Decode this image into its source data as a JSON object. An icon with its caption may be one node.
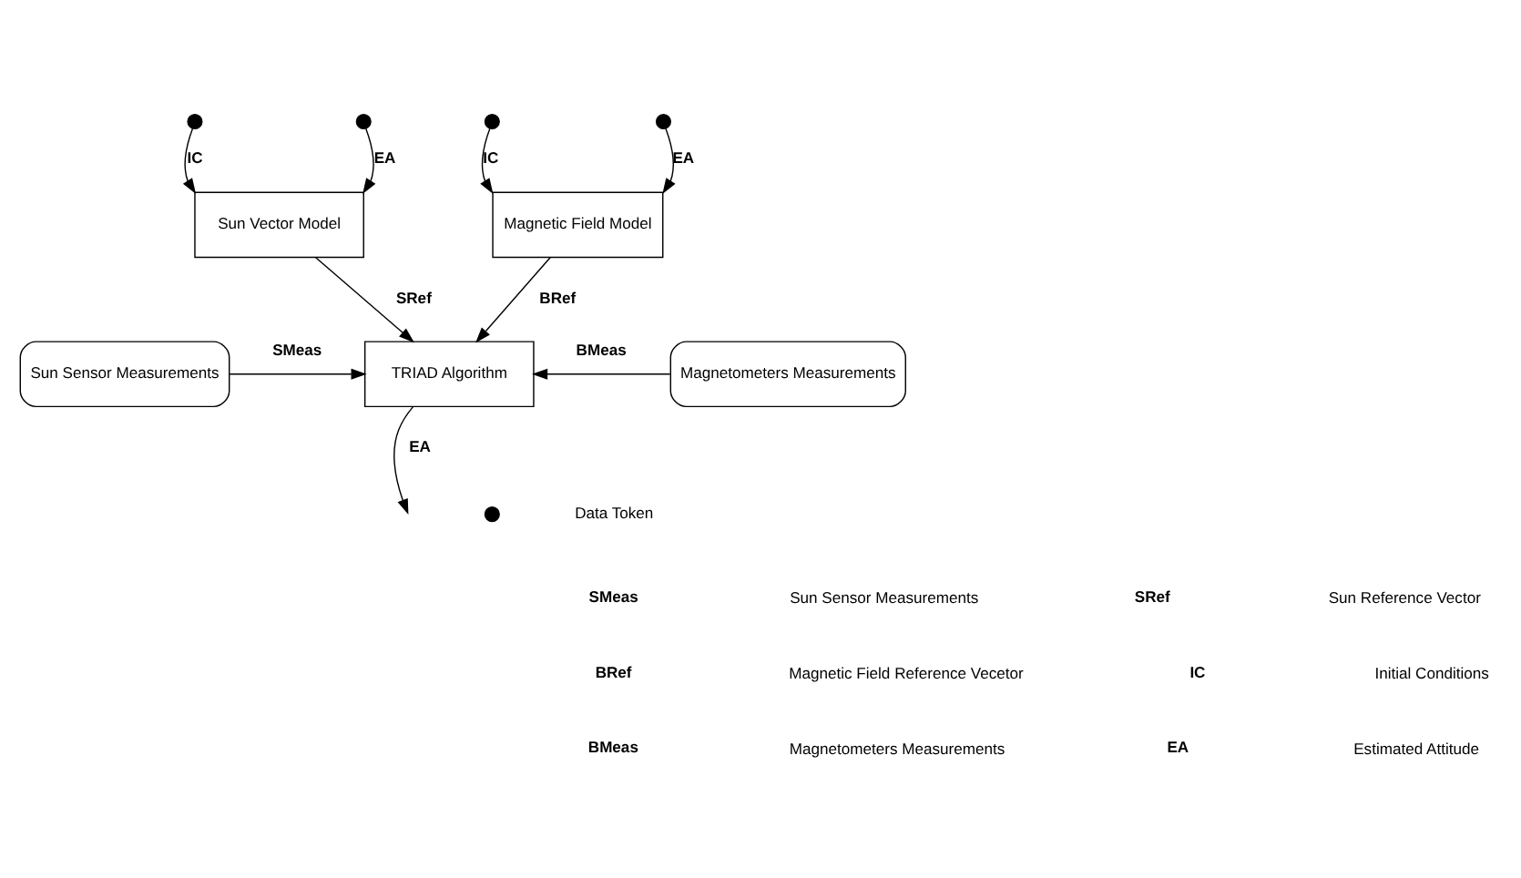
{
  "diagram": {
    "nodes": [
      {
        "text": [
          "Sun Vector Model"
        ]
      },
      {
        "text": [
          "Magnetic Field Model"
        ]
      },
      {
        "text": [
          "Sun Sensor Measurements"
        ]
      },
      {
        "text": [
          "TRIAD Algorithm"
        ]
      },
      {
        "text": [
          "Magnetometers Measurements"
        ]
      }
    ],
    "edges": [
      {
        "from": null,
        "to": 0,
        "arrow": "to",
        "label": "IC"
      },
      {
        "from": null,
        "to": 0,
        "arrow": "to",
        "label": "EA"
      },
      {
        "from": null,
        "to": 1,
        "arrow": "to",
        "label": "IC"
      },
      {
        "from": null,
        "to": 1,
        "arrow": "to",
        "label": "EA"
      },
      {
        "from": 0,
        "to": 3,
        "arrow": "to",
        "label": "SRef"
      },
      {
        "from": 1,
        "to": 3,
        "arrow": "to",
        "label": "BRef"
      },
      {
        "from": 2,
        "to": 3,
        "arrow": "to",
        "label": "SMeas"
      },
      {
        "from": 4,
        "to": 3,
        "arrow": "to",
        "label": "BMeas"
      },
      {
        "from": 3,
        "to": null,
        "arrow": "to",
        "label": "EA"
      }
    ],
    "labels": [
      "SMeas",
      "Sun Sensor Measurements",
      "SRef",
      "Sun Reference Vector",
      "BRef",
      "Magnetic Field Reference Vecetor",
      "IC",
      "Initial Conditions",
      "BMeas",
      "Magnetometers Measurements",
      "EA",
      "Estimated Attitude"
    ],
    "legend": [
      {
        "text": "Data Token"
      }
    ]
  }
}
